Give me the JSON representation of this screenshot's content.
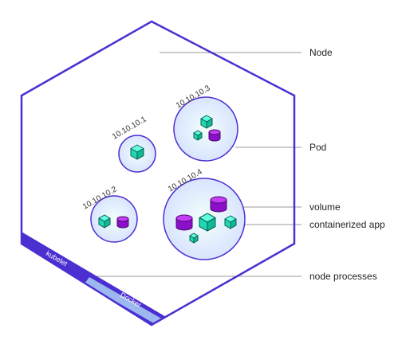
{
  "labels": {
    "node": "Node",
    "pod": "Pod",
    "volume": "volume",
    "containerized_app": "containerized app",
    "node_processes": "node processes"
  },
  "pods": [
    {
      "ip": "10.10.10.1"
    },
    {
      "ip": "10.10.10.2"
    },
    {
      "ip": "10.10.10.3"
    },
    {
      "ip": "10.10.10.4"
    }
  ],
  "node_processes": {
    "kubelet": "kubelet",
    "docker": "Docker"
  },
  "colors": {
    "node_outline": "#4c2fd1",
    "pod_outline": "#4c2fd1",
    "container": "#1fd9b5",
    "volume": "#8a0fc9",
    "kubelet_band": "#4c2fd1",
    "docker_band": "#9db8f0"
  },
  "icons": [
    "container-cube-icon",
    "volume-cylinder-icon"
  ]
}
